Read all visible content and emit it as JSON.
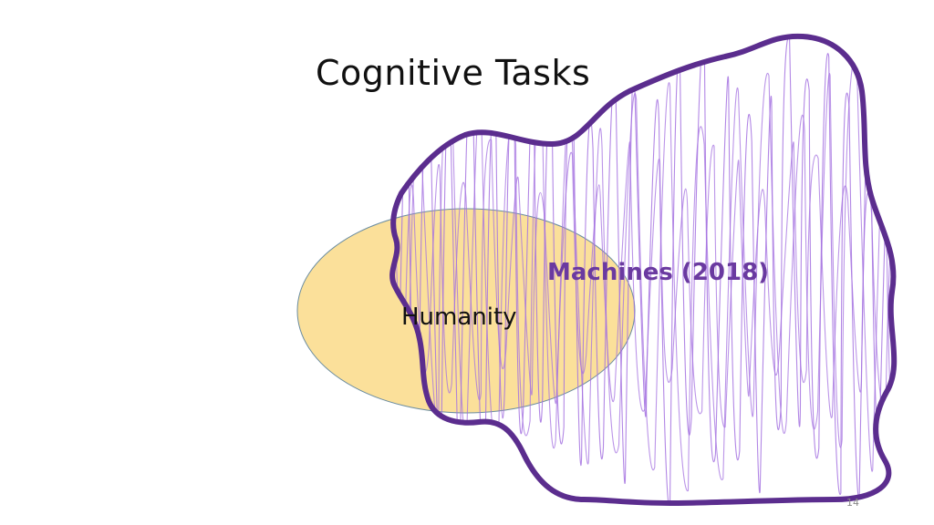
{
  "slide": {
    "title": "Cognitive Tasks",
    "page_number": "14"
  },
  "diagram": {
    "humanity": {
      "label": "Humanity",
      "fill": "#fbe09a",
      "stroke": "#6a8ca0"
    },
    "machines": {
      "label": "Machines (2018)",
      "outline_color": "#5b2d8e",
      "scribble_color": "#a472e0",
      "label_color": "#6a3aa0"
    }
  }
}
